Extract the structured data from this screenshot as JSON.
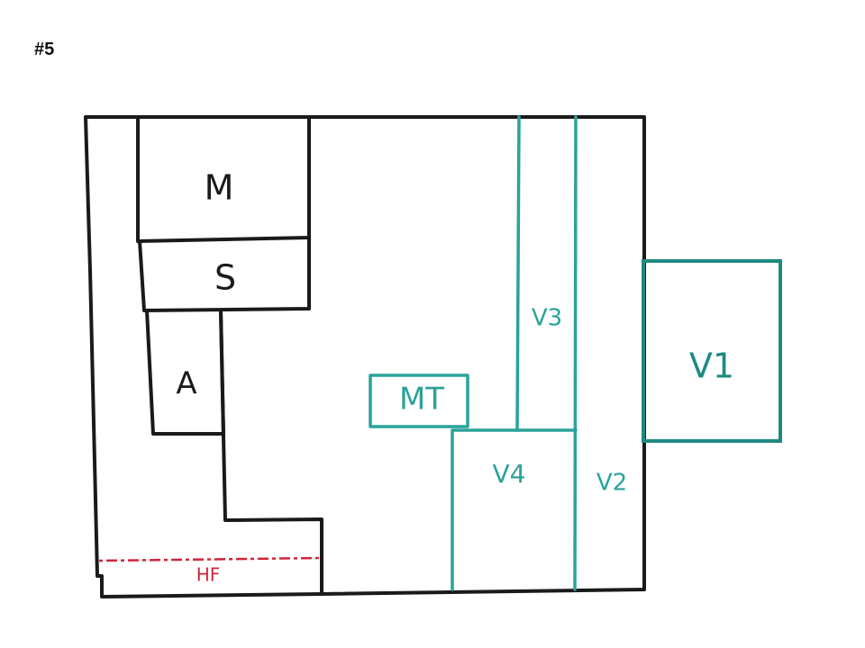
{
  "page_number": "#5",
  "colors": {
    "outline": "#1a1a1a",
    "teal": "#2aa39a",
    "teal_dark": "#1f8a82",
    "red": "#d0243a",
    "background": "#ffffff"
  },
  "labels": {
    "m": "M",
    "s": "S",
    "a": "A",
    "mt": "MT",
    "v1": "V1",
    "v2": "V2",
    "v3": "V3",
    "v4": "V4",
    "hf": "HF"
  }
}
